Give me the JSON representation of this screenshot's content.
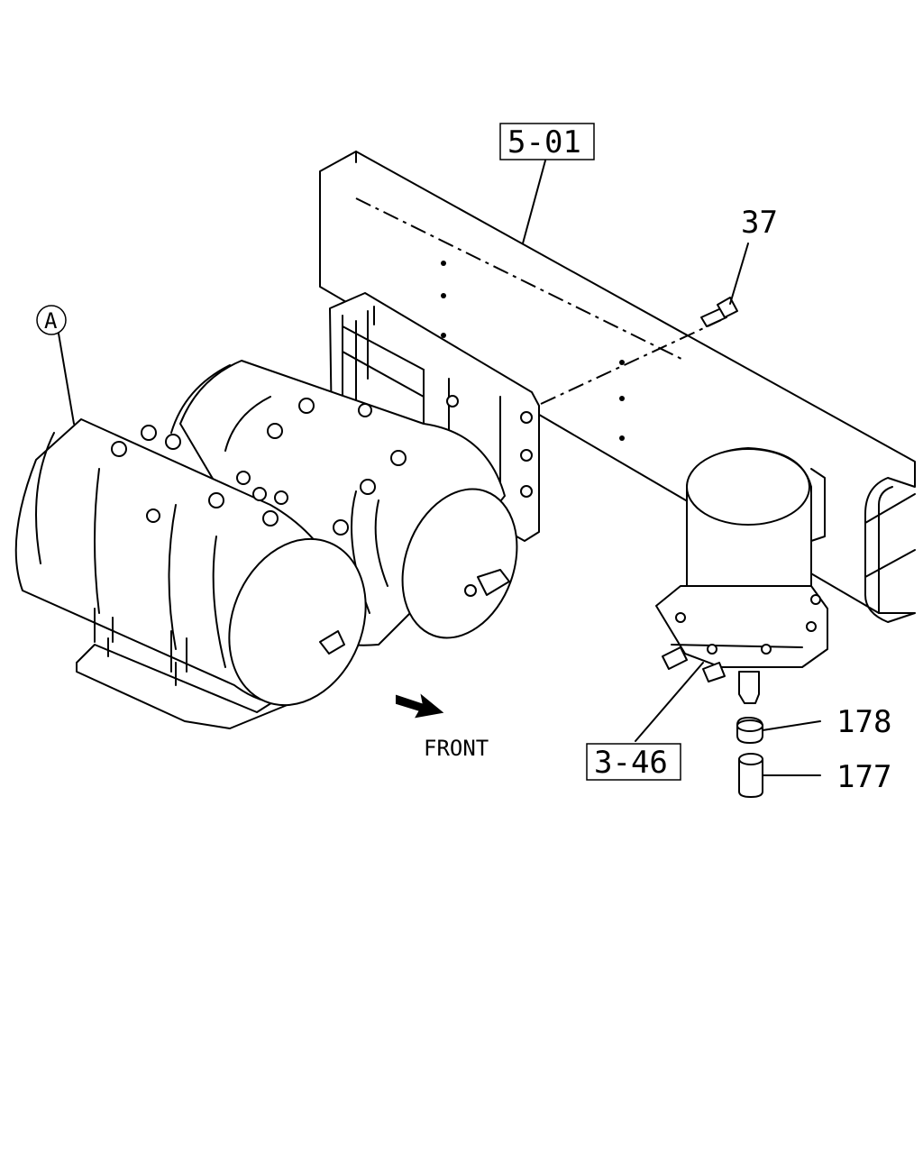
{
  "labels": {
    "ref_frame": "5-01",
    "part_37": "37",
    "ref_dryer": "3-46",
    "part_178": "178",
    "part_177": "177",
    "view_a": "A",
    "front": "FRONT"
  }
}
